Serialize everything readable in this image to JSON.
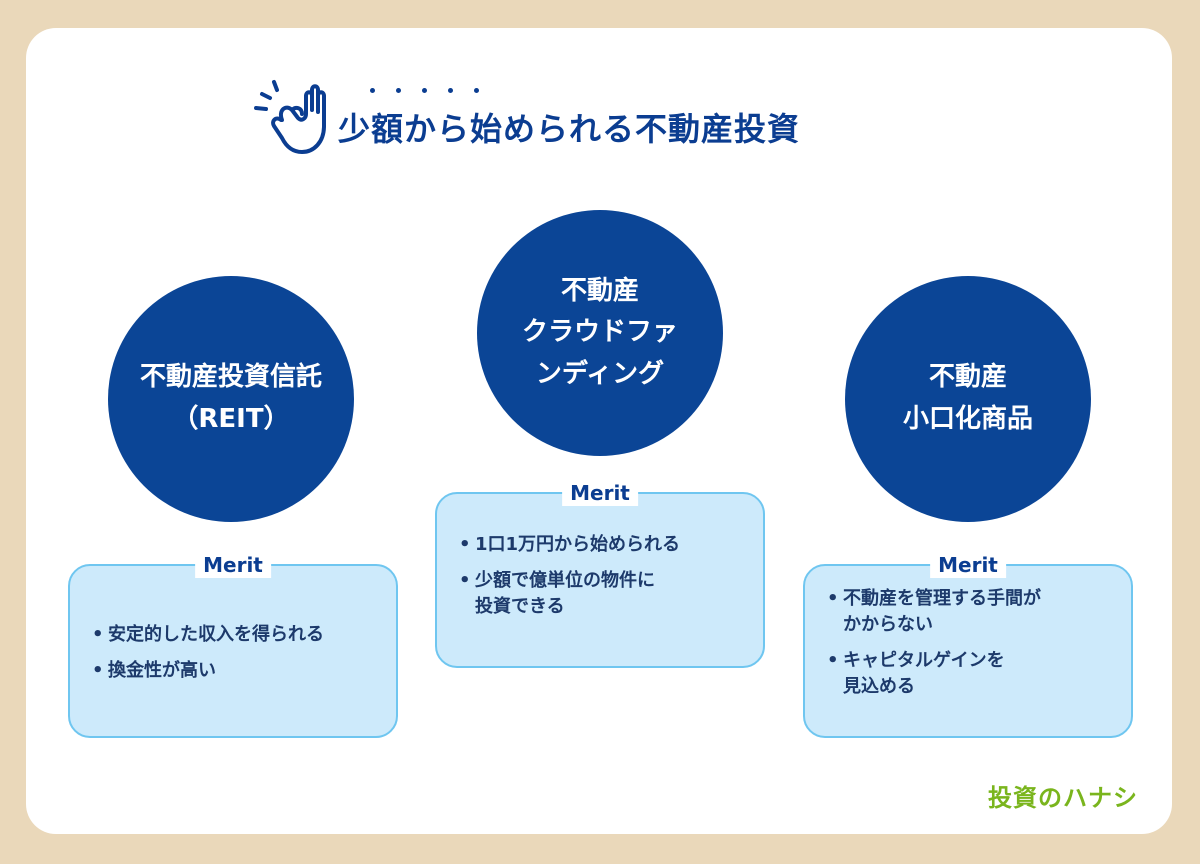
{
  "title": "少額から始められる不動産投資",
  "colors": {
    "accent": "#0b4596",
    "title": "#0b3d91",
    "box_fill": "#cdeafb",
    "box_border": "#6fc6f0",
    "brand": "#7ab51d",
    "background": "#ead8ba"
  },
  "icon": "ok-hand-icon",
  "items": [
    {
      "circle_lines": [
        "不動産投資信託",
        "（REIT）"
      ],
      "merit_label": "Merit",
      "merits": [
        "安定的した収入を得られる",
        "換金性が高い"
      ]
    },
    {
      "circle_lines": [
        "不動産",
        "クラウドファ",
        "ンディング"
      ],
      "merit_label": "Merit",
      "merits": [
        "1口1万円から始められる",
        "少額で億単位の物件に\n投資できる"
      ]
    },
    {
      "circle_lines": [
        "不動産",
        "小口化商品"
      ],
      "merit_label": "Merit",
      "merits": [
        "不動産を管理する手間が\nかからない",
        "キャピタルゲインを\n見込める"
      ]
    }
  ],
  "brand": "投資のハナシ"
}
